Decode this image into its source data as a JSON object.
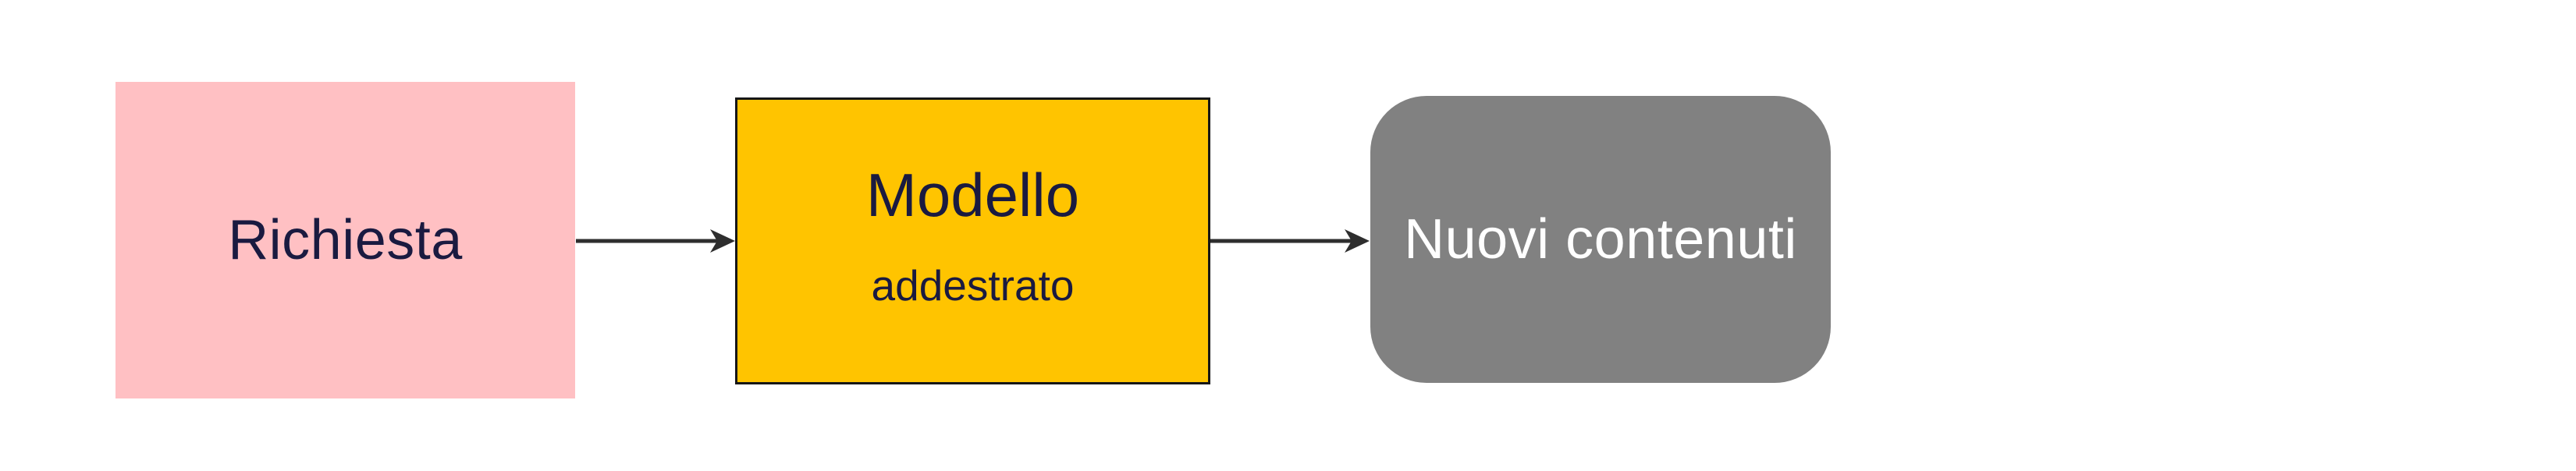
{
  "diagram": {
    "type": "flowchart",
    "background": "#ffffff",
    "connector_color": "#2e2e2e",
    "nodes": [
      {
        "id": "richiesta",
        "label": "Richiesta",
        "shape": "rectangle",
        "fill": "#ffc0c3",
        "text_color": "#1a1a40"
      },
      {
        "id": "modello",
        "label": "Modello",
        "sublabel": "addestrato",
        "shape": "rectangle-bordered",
        "fill": "#ffc400",
        "border_color": "#161616",
        "text_color": "#1a1a40"
      },
      {
        "id": "nuovi-contenuti",
        "label": "Nuovi contenuti",
        "shape": "rounded-rectangle",
        "fill": "#818181",
        "text_color": "#ffffff"
      }
    ],
    "connectors": [
      {
        "from": "Richiesta",
        "to": "Modello"
      },
      {
        "from": "Modello",
        "to": "Nuovi contenuti"
      }
    ]
  }
}
